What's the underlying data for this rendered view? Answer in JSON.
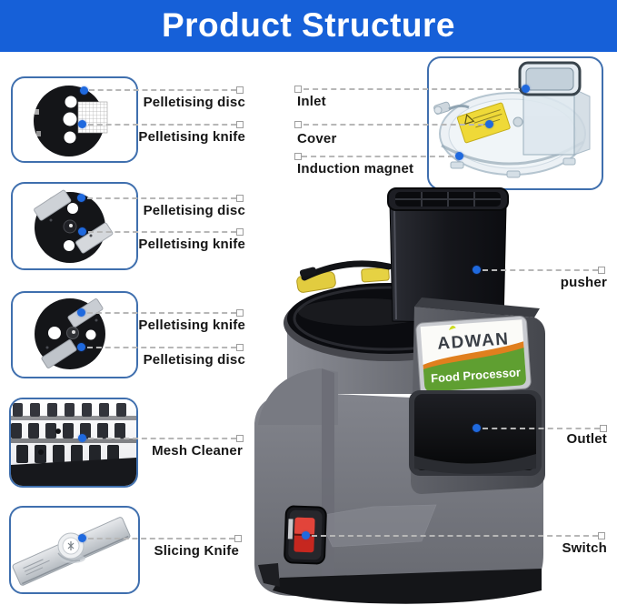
{
  "title": "Product Structure",
  "parts_left": {
    "group1": {
      "top": "Pelletising disc",
      "bottom": "Pelletising knife"
    },
    "group2": {
      "top": "Pelletising disc",
      "bottom": "Pelletising knife"
    },
    "group3": {
      "top": "Pelletising knife",
      "bottom": "Pelletising disc"
    },
    "mesh_cleaner": "Mesh Cleaner",
    "slicing_knife": "Slicing Knife"
  },
  "cover_area": {
    "inlet": "Inlet",
    "cover": "Cover",
    "induction_magnet": "Induction magnet"
  },
  "machine_area": {
    "pusher": "pusher",
    "outlet": "Outlet",
    "switch": "Switch"
  },
  "product": {
    "brand": "ADWAN",
    "label": "Food Processor"
  },
  "colors": {
    "title_bg": "#1660d8",
    "accent_dot": "#1f69de",
    "box_border": "#3f6fae",
    "leader_line": "#b7b7b7",
    "brand_green": "#5f9f31",
    "brand_orange": "#e07f1e",
    "switch_red": "#c6271f",
    "handle_yellow": "#e2cc3f"
  }
}
